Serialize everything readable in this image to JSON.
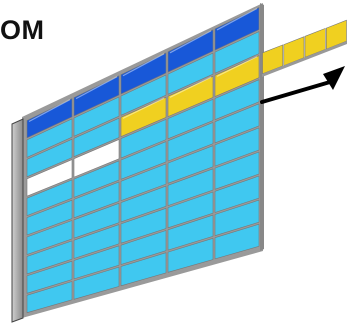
{
  "label": "OM",
  "colors": {
    "header": "#1858d8",
    "cell": "#40c8f0",
    "highlight": "#f0d020",
    "empty": "#ffffff",
    "grid_line": "#777777",
    "frame": "#444444",
    "arrow": "#000000"
  },
  "grid": {
    "rows": 10,
    "columns": 5,
    "row_types": [
      "header",
      "cell",
      "highlight",
      "cell",
      "cell",
      "cell",
      "cell",
      "cell",
      "cell",
      "cell"
    ],
    "empty_cells": [
      [
        3,
        0
      ],
      [
        3,
        1
      ]
    ],
    "highlight_columns": [
      2,
      3,
      4
    ]
  },
  "extracted_row": {
    "cells": 4,
    "type": "highlight"
  },
  "arrow": {
    "icon": "arrow-right-icon"
  }
}
